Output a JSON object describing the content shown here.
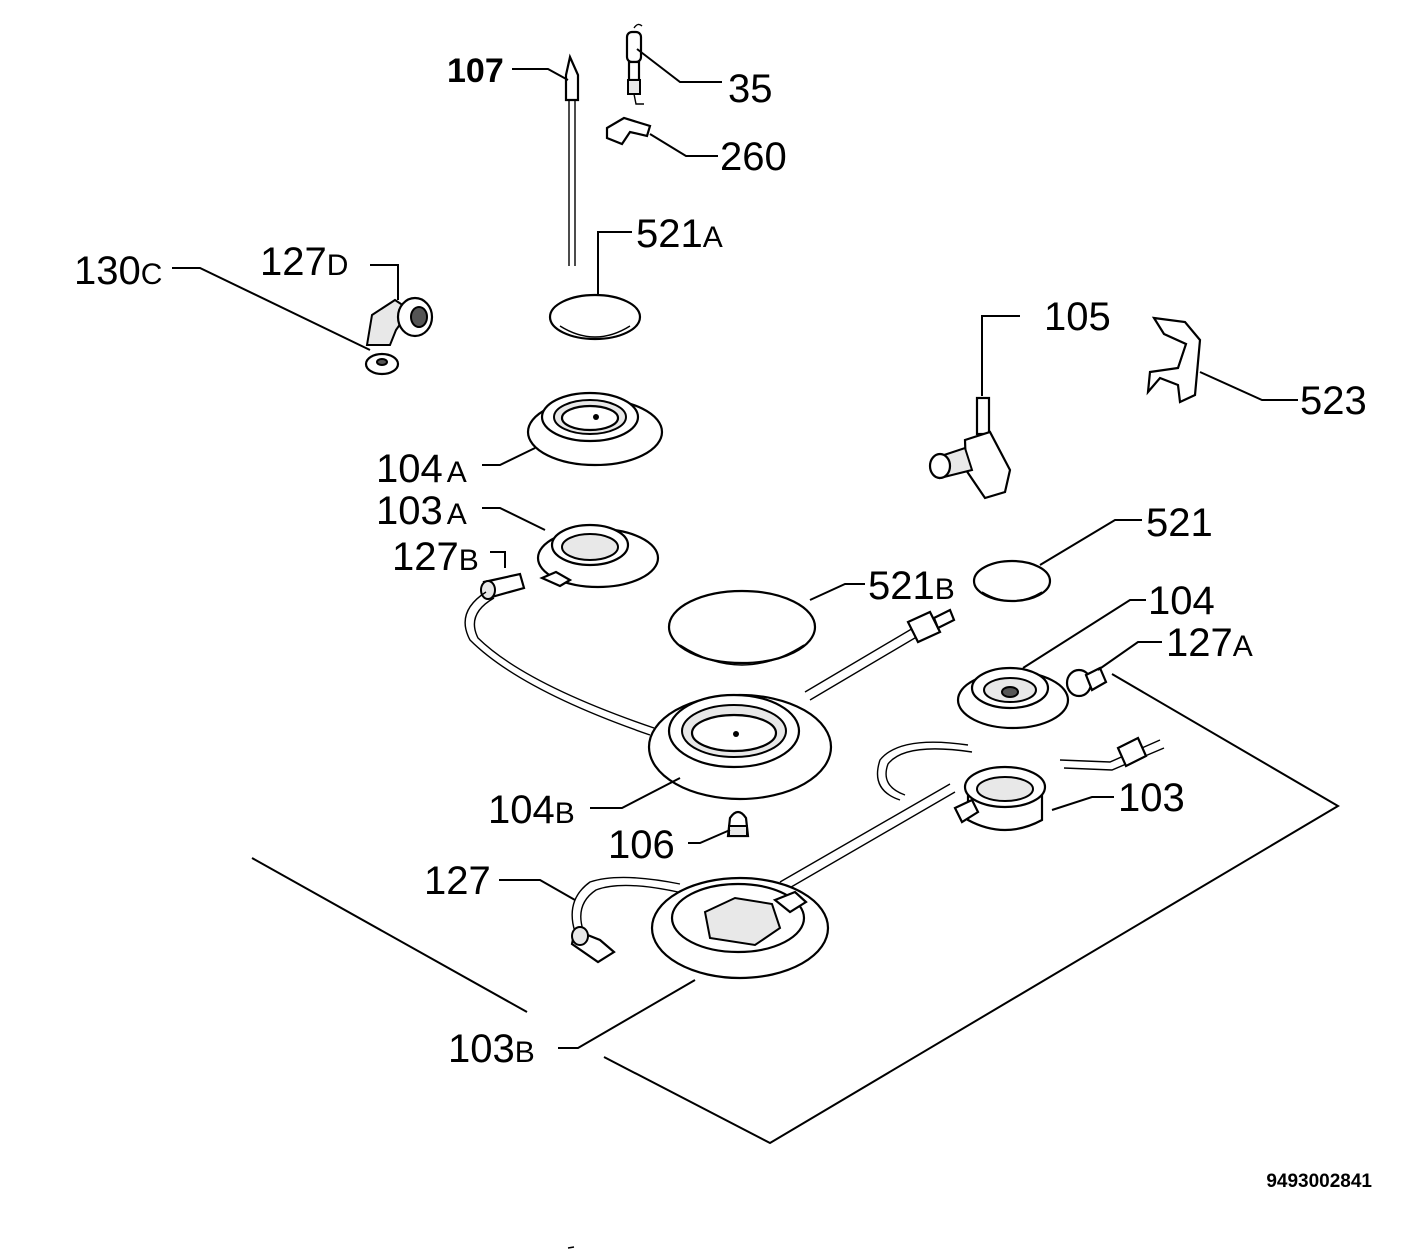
{
  "diagram": {
    "document_code": "9493002841",
    "labels": {
      "l107": {
        "num": "107",
        "suffix": ""
      },
      "l35": {
        "num": "35",
        "suffix": ""
      },
      "l260": {
        "num": "260",
        "suffix": ""
      },
      "l521A": {
        "num": "521",
        "suffix": "A"
      },
      "l130C": {
        "num": "130",
        "suffix": "C"
      },
      "l127D": {
        "num": "127",
        "suffix": "D"
      },
      "l105": {
        "num": "105",
        "suffix": ""
      },
      "l523": {
        "num": "523",
        "suffix": ""
      },
      "l104A": {
        "num": "104",
        "suffix": "A"
      },
      "l103A": {
        "num": "103",
        "suffix": "A"
      },
      "l127B": {
        "num": "127",
        "suffix": "B"
      },
      "l521": {
        "num": "521",
        "suffix": ""
      },
      "l521B": {
        "num": "521",
        "suffix": "B"
      },
      "l104": {
        "num": "104",
        "suffix": ""
      },
      "l127A": {
        "num": "127",
        "suffix": "A"
      },
      "l104B": {
        "num": "104",
        "suffix": "B"
      },
      "l103": {
        "num": "103",
        "suffix": ""
      },
      "l106": {
        "num": "106",
        "suffix": ""
      },
      "l127": {
        "num": "127",
        "suffix": ""
      },
      "l103B": {
        "num": "103",
        "suffix": "B"
      }
    }
  }
}
